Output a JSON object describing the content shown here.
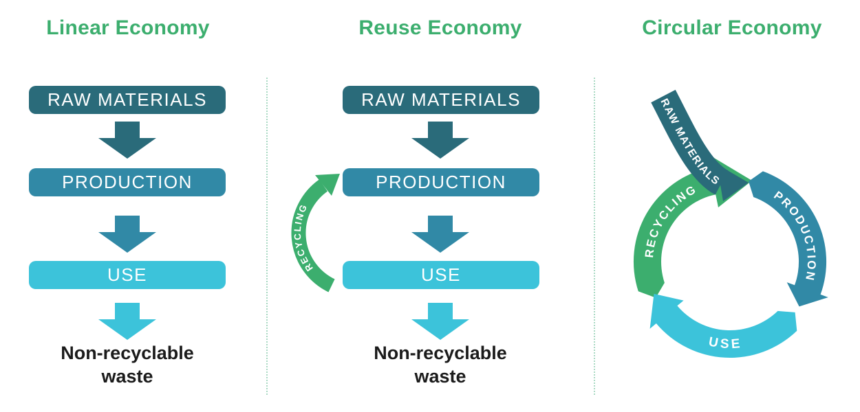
{
  "colors": {
    "green": "#3CAE6E",
    "dark_teal": "#2A6B7A",
    "mid_blue": "#3189A6",
    "cyan": "#3CC3DA",
    "divider_green": "#A9D9C3",
    "text_black": "#1B1B1B",
    "white": "#FFFFFF"
  },
  "panels": {
    "linear": {
      "title": "Linear Economy",
      "steps": [
        "RAW MATERIALS",
        "PRODUCTION",
        "USE"
      ],
      "waste_line1": "Non-recyclable",
      "waste_line2": "waste"
    },
    "reuse": {
      "title": "Reuse Economy",
      "steps": [
        "RAW MATERIALS",
        "PRODUCTION",
        "USE"
      ],
      "recycling": "RECYCLING",
      "waste_line1": "Non-recyclable",
      "waste_line2": "waste"
    },
    "circular": {
      "title": "Circular Economy",
      "segments": {
        "raw": "RAW MATERIALS",
        "production": "PRODUCTION",
        "use": "USE",
        "recycling": "RECYCLING"
      }
    }
  }
}
